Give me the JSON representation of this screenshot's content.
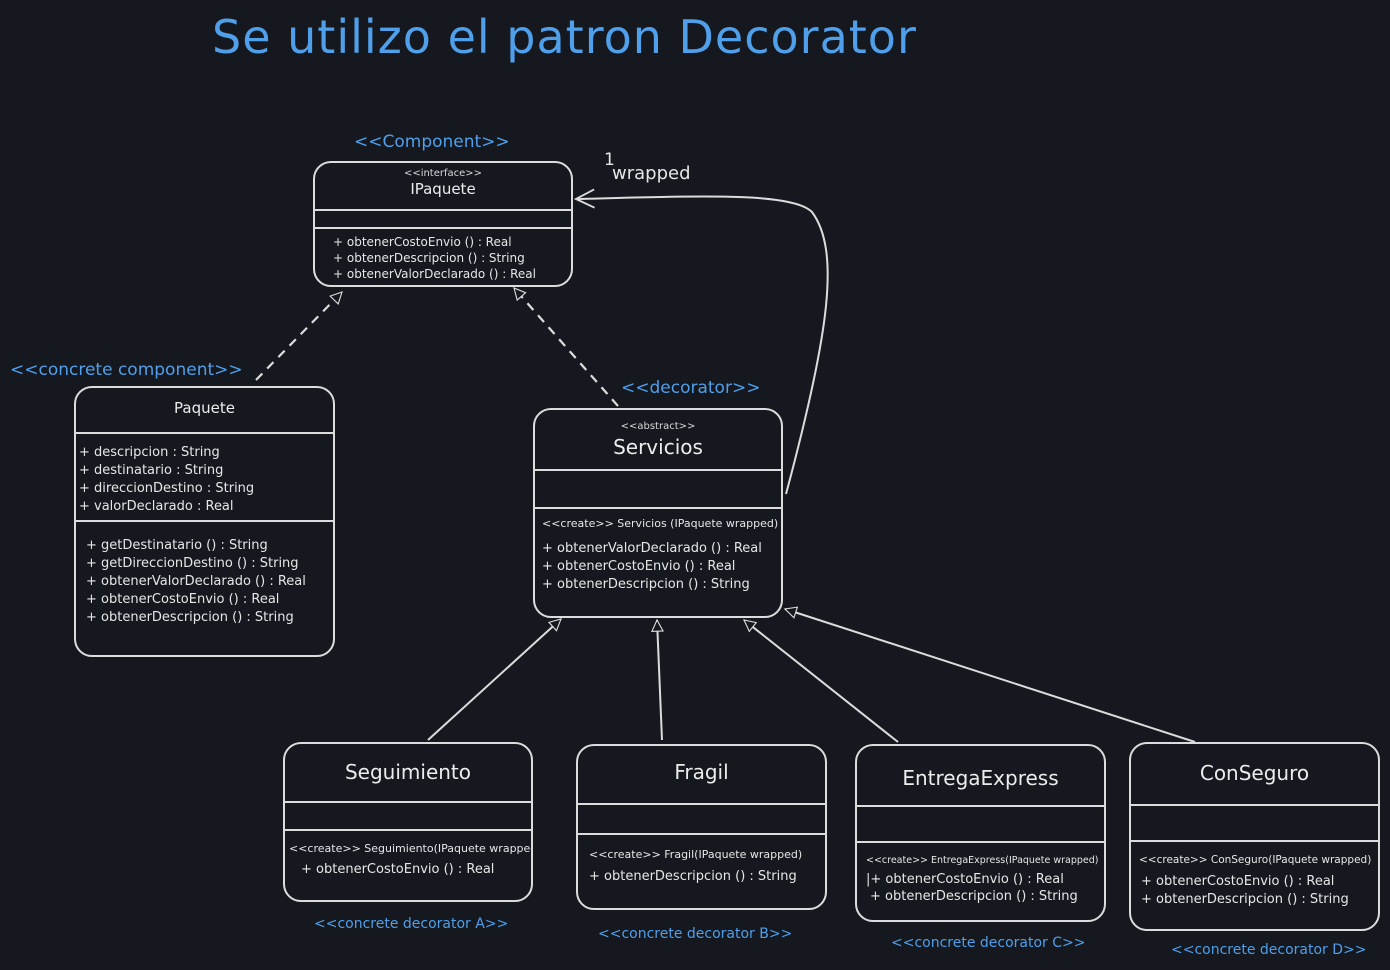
{
  "title": "Se utilizo el patron Decorator",
  "stereotypes": {
    "component": "<<Component>>",
    "concrete_component": "<<concrete component>>",
    "decorator": "<<decorator>>",
    "concrete_a": "<<concrete decorator A>>",
    "concrete_b": "<<concrete decorator B>>",
    "concrete_c": "<<concrete decorator C>>",
    "concrete_d": "<<concrete decorator D>>"
  },
  "ipaquete": {
    "keyword": "<<interface>>",
    "name": "IPaquete",
    "methods": [
      "+ obtenerCostoEnvio () : Real",
      "+ obtenerDescripcion () : String",
      "+ obtenerValorDeclarado () : Real"
    ]
  },
  "paquete": {
    "name": "Paquete",
    "attributes": [
      "+ descripcion : String",
      "+ destinatario : String",
      "+ direccionDestino : String",
      "+ valorDeclarado : Real"
    ],
    "methods": [
      "+ getDestinatario () : String",
      "+ getDireccionDestino () : String",
      "+ obtenerValorDeclarado () : Real",
      "+ obtenerCostoEnvio () : Real",
      "+ obtenerDescripcion () : String"
    ]
  },
  "servicios": {
    "keyword": "<<abstract>>",
    "name": "Servicios",
    "constructor": "<<create>> Servicios (IPaquete wrapped)",
    "methods": [
      "+ obtenerValorDeclarado () : Real",
      "+ obtenerCostoEnvio () : Real",
      "+ obtenerDescripcion () : String"
    ]
  },
  "seguimiento": {
    "name": "Seguimiento",
    "constructor": "<<create>> Seguimiento(IPaquete wrapped)",
    "methods": [
      "+ obtenerCostoEnvio () : Real"
    ]
  },
  "fragil": {
    "name": "Fragil",
    "constructor": "<<create>> Fragil(IPaquete wrapped)",
    "methods": [
      "+ obtenerDescripcion () : String"
    ]
  },
  "entrega": {
    "name": "EntregaExpress",
    "constructor": "<<create>> EntregaExpress(IPaquete wrapped)",
    "methods": [
      "|+ obtenerCostoEnvio () : Real",
      "+ obtenerDescripcion () : String"
    ]
  },
  "conseguro": {
    "name": "ConSeguro",
    "constructor": "<<create>> ConSeguro(IPaquete wrapped)",
    "methods": [
      "+ obtenerCostoEnvio () : Real",
      "+ obtenerDescripcion () : String"
    ]
  },
  "association": {
    "multiplicity": "1",
    "role": "wrapped"
  },
  "colors": {
    "background": "#15191f",
    "accent": "#4f9fea",
    "stroke": "#dcdcdc"
  }
}
